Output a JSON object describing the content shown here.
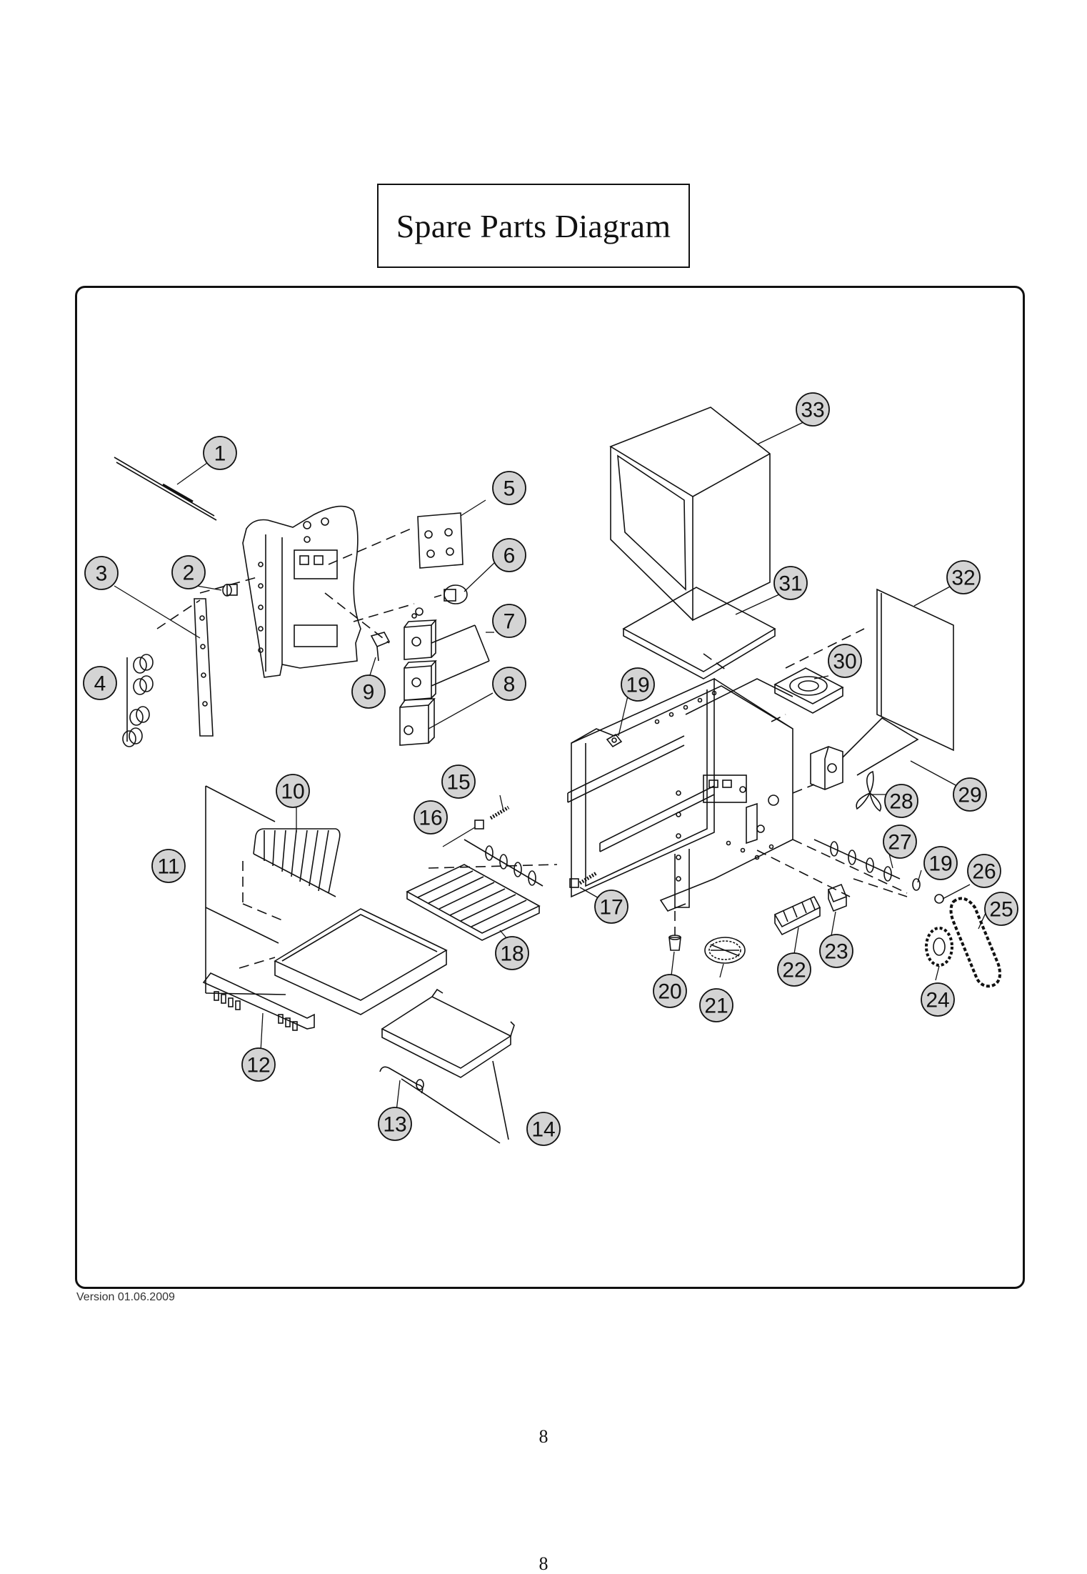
{
  "title": "Spare Parts Diagram",
  "footer_version": "Version 01.06.2009",
  "page_number": "8",
  "page_number_cut": "8",
  "callouts": [
    "1",
    "2",
    "3",
    "4",
    "5",
    "6",
    "7",
    "8",
    "9",
    "10",
    "11",
    "12",
    "13",
    "14",
    "15",
    "16",
    "17",
    "18",
    "19",
    "19",
    "20",
    "21",
    "22",
    "23",
    "24",
    "25",
    "26",
    "27",
    "28",
    "29",
    "30",
    "31",
    "32",
    "33"
  ],
  "colors": {
    "callout_fill": "#d4d4d4",
    "line": "#111111"
  }
}
